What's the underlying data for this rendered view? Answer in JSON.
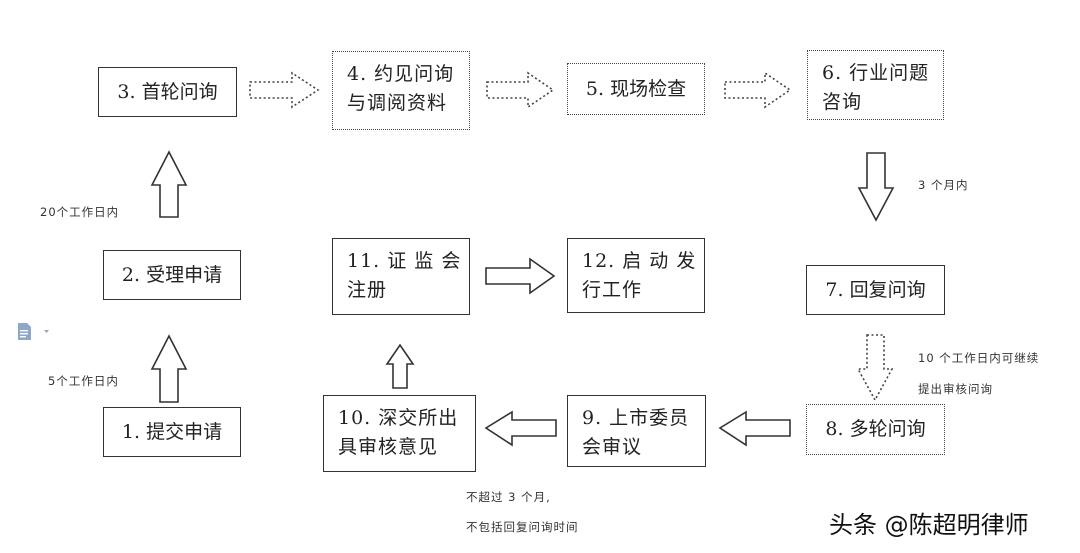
{
  "steps": {
    "s1": "1. 提交申请",
    "s2": "2. 受理申请",
    "s3": "3. 首轮问询",
    "s4": "4. 约见问询\n与调阅资料",
    "s5": "5. 现场检查",
    "s6": "6. 行业问题\n咨询",
    "s7": "7. 回复问询",
    "s8": "8. 多轮问询",
    "s9": "9. 上市委员\n会审议",
    "s10": "10. 深交所出\n具审核意见",
    "s11": "11. 证 监 会\n注册",
    "s12": "12. 启 动 发\n行工作"
  },
  "notes": {
    "n_5days": "5个工作日内",
    "n_20days": "20个工作日内",
    "n_3months": "3 个月内",
    "n_10days_line1": "10 个工作日内可继续",
    "n_10days_line2": "提出审核问询",
    "n_limit_line1": "不超过 3 个月,",
    "n_limit_line2": "不包括回复问询时间"
  },
  "watermark": "头条 @陈超明律师",
  "icons": {
    "side": "document-icon"
  },
  "colors": {
    "border": "#333333",
    "arrow_fill": "#ffffff",
    "side_icon": "#8ea7c6"
  }
}
